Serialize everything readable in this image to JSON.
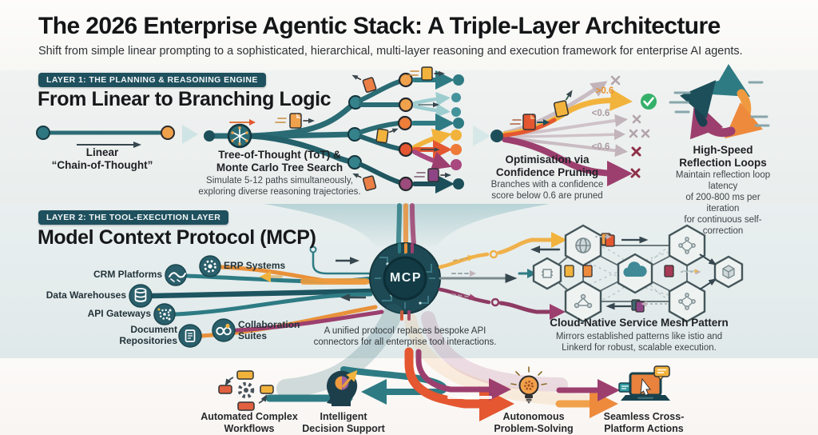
{
  "header": {
    "title": "The 2026 Enterprise Agentic Stack: A Triple-Layer Architecture",
    "subtitle": "Shift from simple linear prompting to a sophisticated, hierarchical, multi-layer reasoning and execution framework for enterprise AI agents."
  },
  "layer1": {
    "badge": "LAYER 1: THE PLANNING & REASONING ENGINE",
    "heading": "From Linear to Branching Logic",
    "linear": {
      "label": "Linear\n“Chain-of-Thought”"
    },
    "tot": {
      "title": "Tree-of-Thought (ToT) &\nMonte Carlo Tree Search",
      "desc": "Simulate 5-12 paths simultaneously,\nexploring diverse reasoning trajectories."
    },
    "pruning": {
      "title": "Optimisation via\nConfidence Pruning",
      "desc": "Branches with a confidence\nscore below 0.6 are pruned",
      "keep_label": ">0.6",
      "prune_label_1": "<0.6",
      "prune_label_2": "<0.6"
    },
    "reflection": {
      "title": "High-Speed\nReflection Loops",
      "desc": "Maintain reflection loop latency\nof 200-800 ms per iteration\nfor continuous self-correction"
    }
  },
  "layer2": {
    "badge": "LAYER 2: THE TOOL-EXECUTION LAYER",
    "heading": "Model Context Protocol (MCP)",
    "hub_label": "MCP",
    "tools": [
      {
        "id": "crm",
        "label": "CRM Platforms",
        "icon": "handshake-icon"
      },
      {
        "id": "erp",
        "label": "ERP Systems",
        "icon": "gear-icon"
      },
      {
        "id": "data_warehouses",
        "label": "Data Warehouses",
        "icon": "database-icon"
      },
      {
        "id": "api_gateways",
        "label": "API Gateways",
        "icon": "api-gear-icon"
      },
      {
        "id": "document_repositories",
        "label": "Document\nRepositories",
        "icon": "document-icon"
      },
      {
        "id": "collaboration_suites",
        "label": "Collaboration\nSuites",
        "icon": "people-icon"
      }
    ],
    "caption": "A unified protocol replaces bespoke API\nconnectors for all enterprise tool interactions.",
    "mesh": {
      "title": "Cloud-Native Service Mesh Pattern",
      "desc": "Mirrors established patterns like istio and\nLinkerd for robust, scalable execution."
    }
  },
  "outcomes": [
    {
      "id": "workflows",
      "label": "Automated Complex\nWorkflows",
      "icon": "workflow-gear-icon"
    },
    {
      "id": "decision",
      "label": "Intelligent\nDecision Support",
      "icon": "head-insight-icon"
    },
    {
      "id": "problem_solving",
      "label": "Autonomous\nProblem-Solving",
      "icon": "lightbulb-gear-icon"
    },
    {
      "id": "cross_platform",
      "label": "Seamless Cross-\nPlatform Actions",
      "icon": "laptop-cursor-icon"
    }
  ],
  "colors": {
    "teal": "#2e7b84",
    "dark_teal": "#1d4f5a",
    "light_teal": "#9ecdd0",
    "orange": "#f0a14b",
    "red_orange": "#e45730",
    "gold": "#f2b33d",
    "magenta": "#9c3f6e",
    "gray_pruned": "#c9bcc2",
    "green_check": "#35b06a",
    "badge_bg": "#1f505e",
    "band_layer1": "#edf0ef",
    "band_layer2": "#e5ecee"
  }
}
